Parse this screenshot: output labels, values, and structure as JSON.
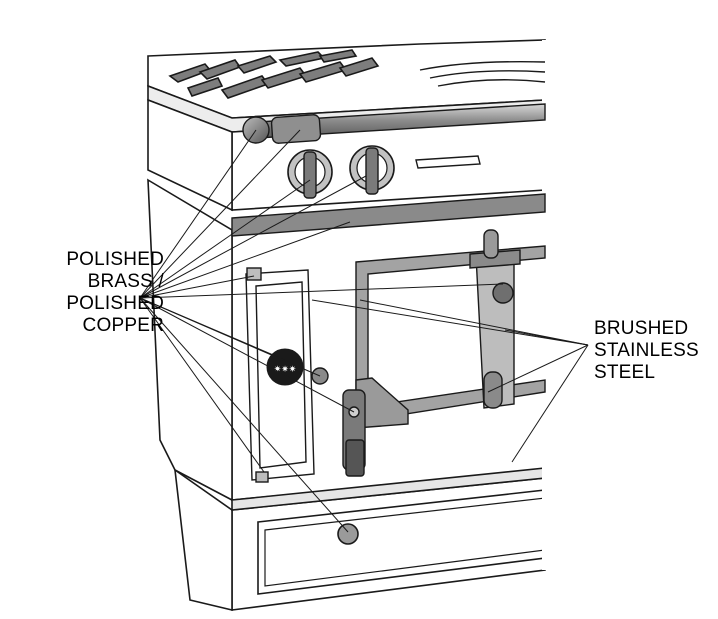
{
  "labels": {
    "left": [
      "POLISHED",
      "BRASS /",
      "POLISHED",
      "COPPER"
    ],
    "right": [
      "BRUSHED",
      "STAINLESS",
      "STEEL"
    ]
  },
  "colors": {
    "line": "#1a1a1a",
    "metal_dark": "#6f6f6f",
    "metal_mid": "#9a9a9a",
    "metal_light": "#c9c9c9",
    "body_fill": "#ffffff"
  }
}
